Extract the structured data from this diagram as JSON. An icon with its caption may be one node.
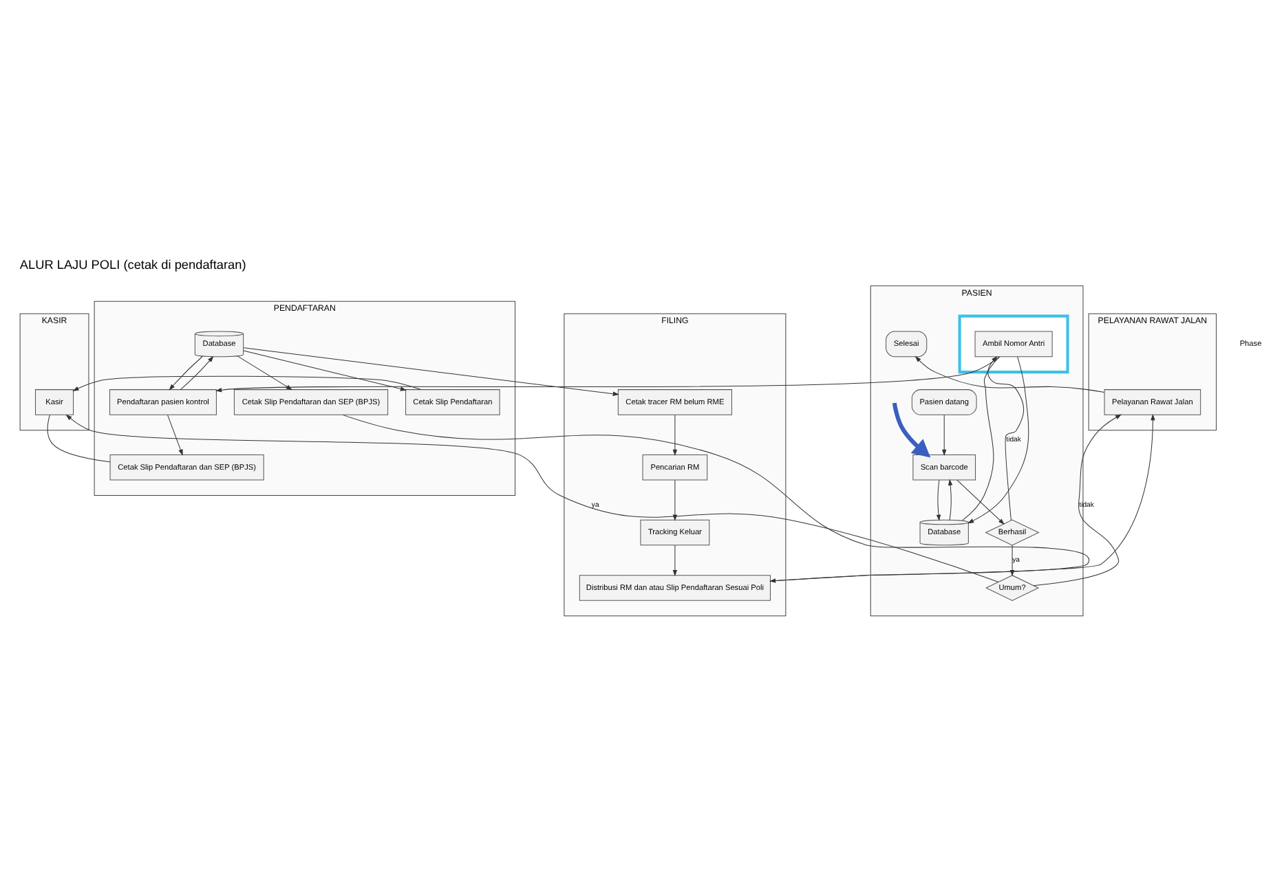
{
  "diagram": {
    "title": "ALUR LAJU POLI (cetak di pendaftaran)",
    "nodes": [
      {
        "text": [
          "KASIR"
        ]
      },
      {
        "text": [
          "PASIEN"
        ]
      },
      {
        "text": [
          "PELAYANAN RAWAT JALAN"
        ]
      },
      {
        "text": [
          "PENDAFTARAN"
        ]
      },
      {
        "text": [
          "FILING"
        ]
      },
      {
        "text": [
          "Kasir"
        ],
        "in": 0
      },
      {
        "text": [
          "Pasien datang"
        ],
        "in": 1
      },
      {
        "text": [
          "Scan barcode"
        ],
        "in": 1
      },
      {
        "text": [
          "Database"
        ],
        "in": 1
      },
      {
        "text": [
          "Berhasil"
        ],
        "in": 1
      },
      {
        "text": [],
        "shape": "box",
        "in": 1
      },
      {
        "text": [
          "Ambil Nomor Antri"
        ],
        "in": 10
      },
      {
        "text": [
          "Umum?"
        ],
        "in": 1
      },
      {
        "text": [
          "Selesai"
        ],
        "in": 1
      },
      {
        "text": [
          "Pelayanan Rawat Jalan"
        ],
        "in": 2
      },
      {
        "text": [
          "Cetak Slip Pendaftaran"
        ],
        "in": 3
      },
      {
        "text": [
          "Database"
        ],
        "in": 3
      },
      {
        "text": [
          "Pendaftaran pasien kontrol"
        ],
        "in": 3
      },
      {
        "text": [
          "Cetak Slip Pendaftaran dan SEP (BPJS)"
        ],
        "in": 3
      },
      {
        "text": [
          "Cetak Slip Pendaftaran dan SEP (BPJS)"
        ],
        "in": 3
      },
      {
        "text": [
          "Cetak tracer RM belum RME"
        ],
        "in": 4
      },
      {
        "text": [
          "Pencarian RM"
        ],
        "in": 4
      },
      {
        "text": [
          "Tracking Keluar"
        ],
        "in": 4
      },
      {
        "text": [
          "Distribusi RM dan atau Slip Pendaftaran Sesuai Poli"
        ],
        "in": 4
      }
    ],
    "edges": [
      {
        "from": 6,
        "to": 7,
        "arrow": "to"
      },
      {
        "from": 7,
        "to": 8,
        "arrow": "to"
      },
      {
        "from": 8,
        "to": 7,
        "arrow": "to"
      },
      {
        "from": 7,
        "to": 9,
        "arrow": "to"
      },
      {
        "from": 9,
        "to": 11,
        "arrow": "to",
        "label": "tidak"
      },
      {
        "from": 11,
        "to": 8,
        "arrow": "to"
      },
      {
        "from": 8,
        "to": 11,
        "arrow": "none"
      },
      {
        "from": 11,
        "to": 17,
        "arrow": "to"
      },
      {
        "from": 9,
        "to": 12,
        "arrow": "to",
        "label": "ya"
      },
      {
        "from": 12,
        "to": 5,
        "arrow": "to",
        "label": "ya"
      },
      {
        "from": 12,
        "to": 14,
        "arrow": "to",
        "label": "tidak"
      },
      {
        "from": 15,
        "to": 5,
        "arrow": "to"
      },
      {
        "from": 16,
        "to": 15,
        "arrow": "to"
      },
      {
        "from": 16,
        "to": 17,
        "arrow": "to"
      },
      {
        "from": 17,
        "to": 16,
        "arrow": "to"
      },
      {
        "from": 16,
        "to": 18,
        "arrow": "to"
      },
      {
        "from": 16,
        "to": 20,
        "arrow": "to"
      },
      {
        "from": 17,
        "to": 19,
        "arrow": "to"
      },
      {
        "from": 5,
        "to": 19,
        "arrow": "none"
      },
      {
        "from": 18,
        "to": 23,
        "arrow": "to"
      },
      {
        "from": 20,
        "to": 21,
        "arrow": "to"
      },
      {
        "from": 21,
        "to": 22,
        "arrow": "to"
      },
      {
        "from": 22,
        "to": 23,
        "arrow": "to"
      },
      {
        "from": 23,
        "to": 14,
        "arrow": "to"
      },
      {
        "from": 14,
        "to": 13,
        "arrow": "to"
      },
      {
        "from": null,
        "to": 7,
        "arrow": "to",
        "style": "thick",
        "color": "#3a5fbf"
      }
    ],
    "labels": [
      "Phase"
    ]
  }
}
